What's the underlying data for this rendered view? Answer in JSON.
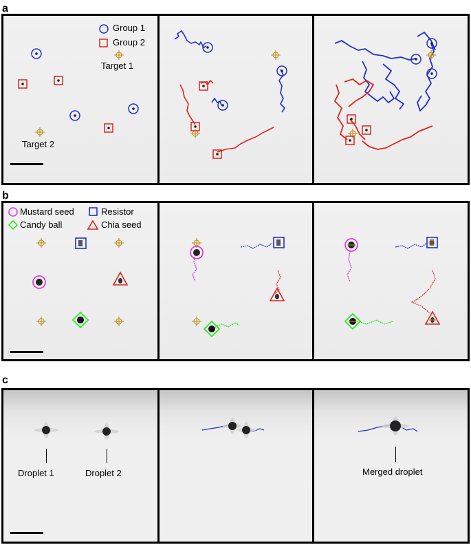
{
  "panels": {
    "a": {
      "label": "a",
      "legend": {
        "group1": "Group 1",
        "group2": "Group 2"
      },
      "targets": {
        "target1": "Target 1",
        "target2": "Target 2"
      }
    },
    "b": {
      "label": "b",
      "legend": {
        "mustard": "Mustard seed",
        "resistor": "Resistor",
        "candy": "Candy ball",
        "chia": "Chia seed"
      }
    },
    "c": {
      "label": "c",
      "annotations": {
        "droplet1": "Droplet 1",
        "droplet2": "Droplet 2",
        "merged": "Merged droplet"
      }
    }
  },
  "colors": {
    "group1": "#1f2fd6",
    "group2": "#e2231a",
    "target": "#c8962a",
    "mustard": "#e040e0",
    "candy": "#2ee62e",
    "resistor": "#1f2fd6",
    "chia": "#e2231a",
    "droplet_trace": "#2030c8"
  }
}
